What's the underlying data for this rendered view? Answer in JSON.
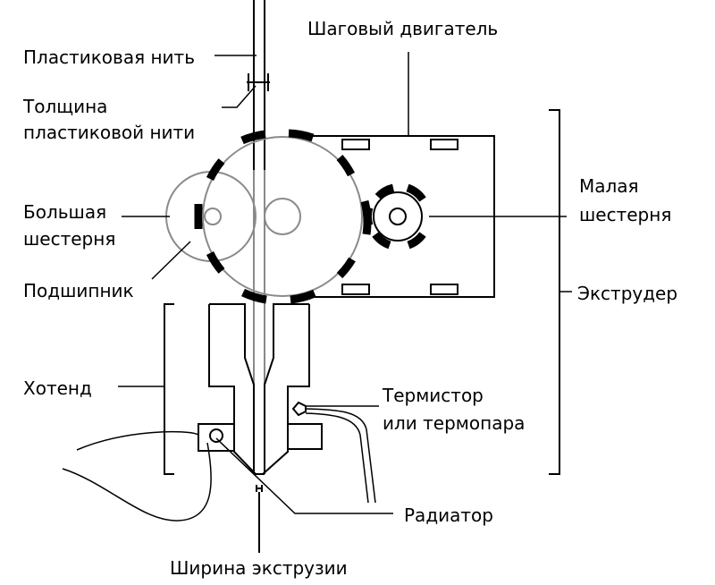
{
  "labels": {
    "filament": "Пластиковая нить",
    "filament_thickness_line1": "Толщина",
    "filament_thickness_line2": "пластиковой нити",
    "stepper_motor": "Шаговый двигатель",
    "big_gear_line1": "Большая",
    "big_gear_line2": "шестерня",
    "small_gear_line1": "Малая",
    "small_gear_line2": "шестерня",
    "bearing": "Подшипник",
    "extruder": "Экструдер",
    "hotend": "Хотенд",
    "thermistor_line1": "Термистор",
    "thermistor_line2": "или термопара",
    "heatsink": "Радиатор",
    "extrusion_width": "Ширина экструзии"
  }
}
